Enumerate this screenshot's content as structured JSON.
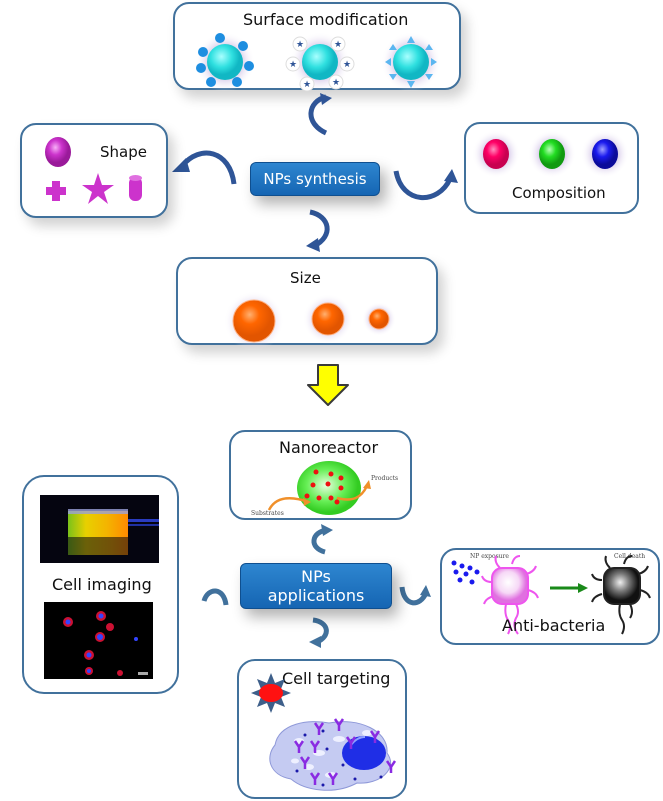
{
  "synthesis": {
    "hub_label": "NPs synthesis",
    "surface_modification": {
      "title": "Surface modification",
      "particle_color": "#2fe0e0"
    },
    "shape": {
      "title": "Shape",
      "color": "#cc33cc"
    },
    "composition": {
      "title": "Composition",
      "colors": [
        "#ff0066",
        "#22dd22",
        "#1a1aee"
      ]
    },
    "size": {
      "title": "Size",
      "color": "#ff6600"
    }
  },
  "transition_arrow_color": "#ffff00",
  "applications": {
    "hub_label_line1": "NPs",
    "hub_label_line2": "applications",
    "nanoreactor": {
      "title": "Nanoreactor",
      "substrates_label": "Substrates",
      "products_label": "Products"
    },
    "cell_imaging": {
      "title": "Cell imaging"
    },
    "anti_bacteria": {
      "title": "Anti-bacteria",
      "np_exposure_label": "NP exposure",
      "cell_death_label": "Cell death"
    },
    "cell_targeting": {
      "title": "Cell targeting"
    }
  },
  "colors": {
    "border": "#41719c",
    "hub": "#1f75c4",
    "arrow": "#2f5597"
  }
}
